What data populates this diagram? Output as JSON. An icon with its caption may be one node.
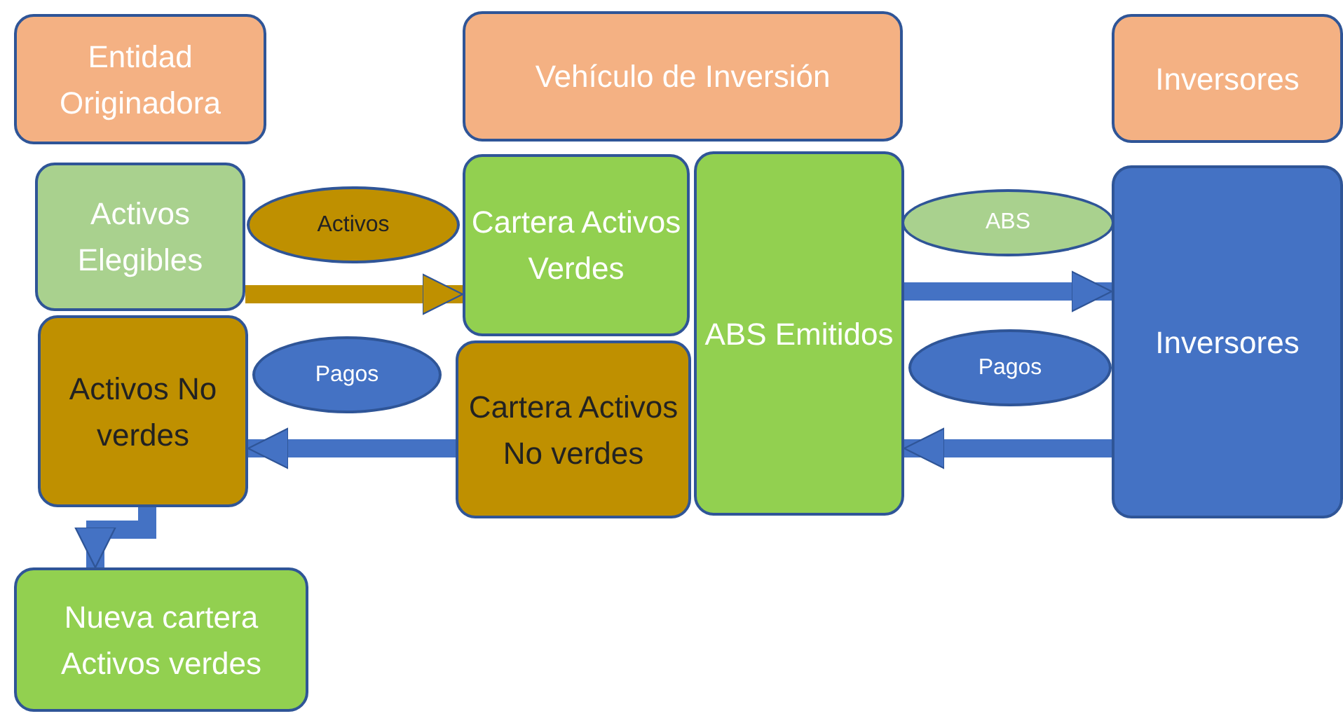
{
  "diagram": {
    "nodes": [
      {
        "text": [
          "Entidad Originadora"
        ]
      },
      {
        "text": [
          "Vehículo de Inversión"
        ]
      },
      {
        "text": [
          "Inversores"
        ]
      },
      {
        "text": [
          "Activos Elegibles"
        ]
      },
      {
        "text": [
          "Activos"
        ]
      },
      {
        "text": [
          "Cartera Activos Verdes"
        ]
      },
      {
        "text": [
          "ABS Emitidos"
        ]
      },
      {
        "text": [
          "ABS"
        ]
      },
      {
        "text": [
          "Inversores"
        ]
      },
      {
        "text": [
          "Activos No verdes"
        ]
      },
      {
        "text": [
          "Pagos"
        ]
      },
      {
        "text": [
          "Cartera Activos No verdes"
        ]
      },
      {
        "text": [
          "Pagos"
        ]
      },
      {
        "text": [
          "Nueva cartera Activos verdes"
        ]
      }
    ],
    "edges": [
      {
        "from": 3,
        "to": 5,
        "arrow": "to",
        "color": "#bf9000"
      },
      {
        "from": 11,
        "to": 9,
        "arrow": "to"
      },
      {
        "from": 6,
        "to": 8,
        "arrow": "to"
      },
      {
        "from": 8,
        "to": 6,
        "arrow": "to"
      },
      {
        "from": 9,
        "to": 13,
        "arrow": "to"
      }
    ]
  }
}
